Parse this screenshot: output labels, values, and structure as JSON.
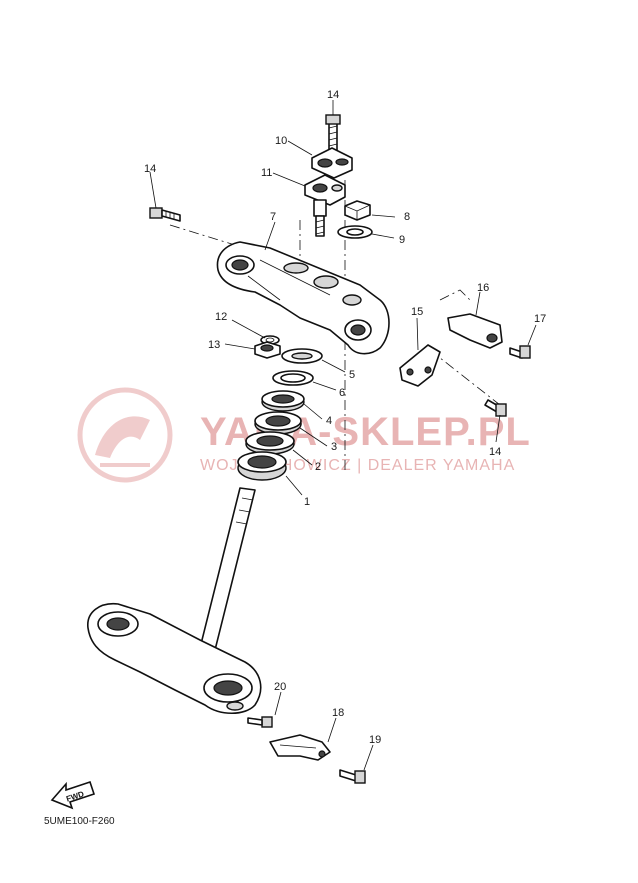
{
  "diagram": {
    "code": "5UME100-F260",
    "fwd_label": "FWD",
    "watermark": {
      "title": "YAMA-SKLEP.PL",
      "subtitle": "WOJCIECHOWICZ | DEALER YAMAHA"
    },
    "callouts": [
      "14",
      "10",
      "11",
      "14",
      "7",
      "8",
      "9",
      "16",
      "17",
      "15",
      "12",
      "13",
      "5",
      "6",
      "4",
      "14",
      "3",
      "2",
      "1",
      "20",
      "18",
      "19"
    ]
  }
}
